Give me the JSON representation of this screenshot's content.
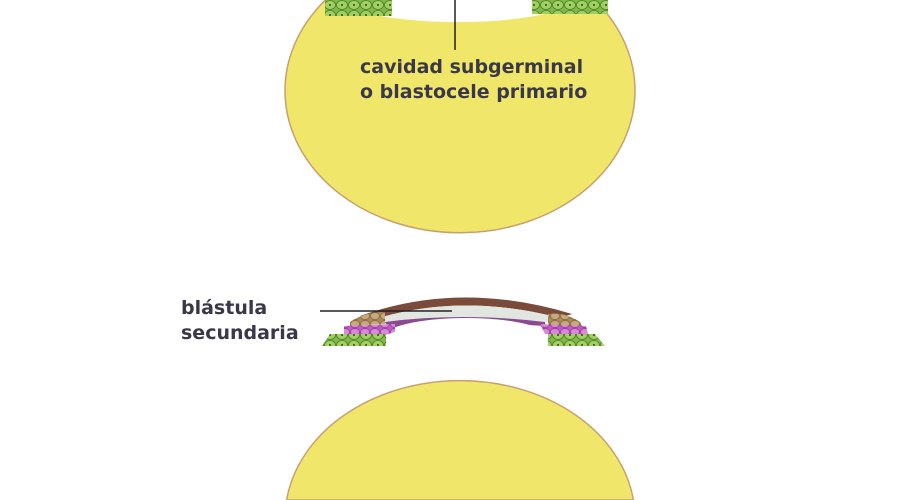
{
  "labels": {
    "top_line1": "cavidad subgerminal",
    "top_line2": "o blastocele primario",
    "bottom_line1": "blástula",
    "bottom_line2": "secundaria"
  },
  "colors": {
    "yolk": "#f0e66a",
    "yolk_edge": "#c8a070",
    "epiblast_cells": "#8dc653",
    "hypoblast_cells": "#cc6fcf",
    "top_cells": "#b89a68",
    "roof": "#7a4a3a",
    "cavity_fill": "#e2e6e0",
    "membrane": "#8a4a90",
    "text": "#3a3848"
  }
}
